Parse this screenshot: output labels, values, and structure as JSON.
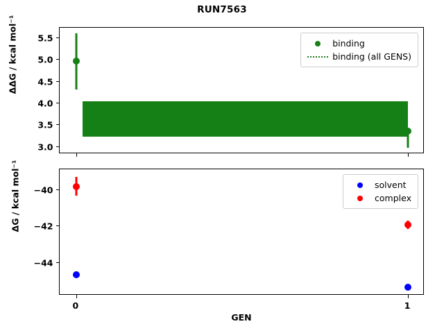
{
  "figure": {
    "title": "RUN7563",
    "xlabel": "GEN",
    "background_color": "#ffffff"
  },
  "colors": {
    "binding_green": "#158015",
    "solvent_blue": "#0000ff",
    "complex_red": "#ff0000",
    "axis_black": "#000000"
  },
  "panels": {
    "top": {
      "ylabel": "ΔΔG / kcal mol⁻¹",
      "ytick_labels": [
        "3.0",
        "3.5",
        "4.0",
        "4.5",
        "5.0",
        "5.5"
      ],
      "legend": [
        {
          "label": "binding",
          "key": "circle-marker",
          "color": "#158015"
        },
        {
          "label": "binding (all GENS)",
          "key": "dotted-line",
          "color": "#158015"
        }
      ]
    },
    "bottom": {
      "ylabel": "ΔG / kcal mol⁻¹",
      "ytick_labels": [
        "−40",
        "−42",
        "−44"
      ],
      "legend": [
        {
          "label": "solvent",
          "key": "circle-marker",
          "color": "#0000ff"
        },
        {
          "label": "complex",
          "key": "circle-marker",
          "color": "#ff0000"
        }
      ]
    }
  },
  "xtick_labels": [
    "0",
    "1"
  ],
  "chart_data": [
    {
      "type": "scatter",
      "panel": "top",
      "title": "RUN7563",
      "xlabel": "",
      "ylabel": "ΔΔG / kcal mol⁻¹",
      "xlim": [
        -0.05,
        1.05
      ],
      "ylim": [
        2.82,
        5.72
      ],
      "yticks": [
        3.0,
        3.5,
        4.0,
        4.5,
        5.0,
        5.5
      ],
      "xticks": [
        0,
        1
      ],
      "grid": false,
      "legend_position": "upper right",
      "series": [
        {
          "name": "binding",
          "color": "#158015",
          "marker": "o",
          "x": [
            0,
            1
          ],
          "values": [
            4.95,
            3.35
          ],
          "yerr_low": [
            0.65,
            0.38
          ],
          "yerr_high": [
            0.65,
            0.05
          ]
        },
        {
          "name": "binding (all GENS)",
          "color": "#158015",
          "style": "dotted band",
          "description": "densely dotted horizontal lines spanning all GENS forming a filled band",
          "band_ymin": 3.22,
          "band_ymax": 4.03,
          "band_xmin": 0.02,
          "band_xmax": 1.0
        }
      ]
    },
    {
      "type": "scatter",
      "panel": "bottom",
      "xlabel": "GEN",
      "ylabel": "ΔG / kcal mol⁻¹",
      "xlim": [
        -0.05,
        1.05
      ],
      "ylim": [
        -45.85,
        -38.9
      ],
      "yticks": [
        -40,
        -42,
        -44
      ],
      "xticks": [
        0,
        1
      ],
      "grid": false,
      "legend_position": "upper right",
      "series": [
        {
          "name": "solvent",
          "color": "#0000ff",
          "marker": "o",
          "x": [
            0,
            1
          ],
          "values": [
            -44.72,
            -45.38
          ],
          "yerr_low": [
            0.04,
            0.04
          ],
          "yerr_high": [
            0.04,
            0.04
          ]
        },
        {
          "name": "complex",
          "color": "#ff0000",
          "marker": "o",
          "x": [
            0,
            1
          ],
          "values": [
            -39.85,
            -41.95
          ],
          "yerr_low": [
            0.52,
            0.22
          ],
          "yerr_high": [
            0.52,
            0.22
          ]
        }
      ]
    }
  ]
}
